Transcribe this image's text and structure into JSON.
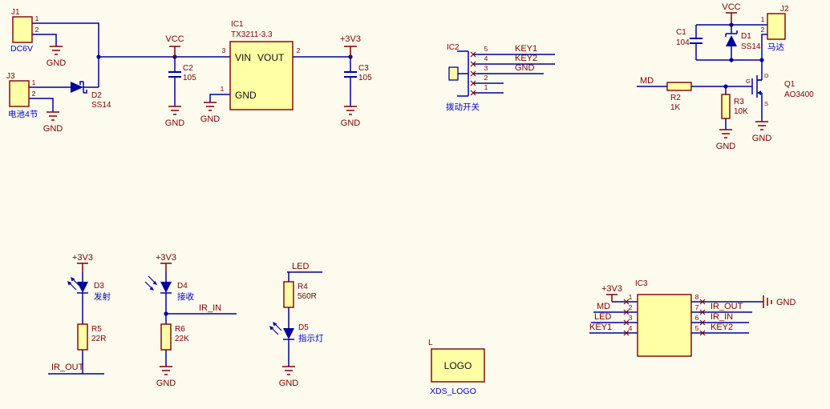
{
  "colors": {
    "wire": "#0000A0",
    "sym": "#7D0000",
    "net": "#7D0000",
    "cmt": "#0000C8",
    "body": "#FFFFA6",
    "ink": "#101010",
    "bg": "#FCFBEE"
  },
  "power": {
    "j1": {
      "ref": "J1",
      "p1": "1",
      "p2": "2",
      "comment": "DC6V",
      "gnd": "GND"
    },
    "j3": {
      "ref": "J3",
      "p1": "1",
      "p2": "2",
      "comment": "电池4节",
      "gnd": "GND"
    },
    "d2": {
      "ref": "D2",
      "val": "SS14"
    },
    "vcc": "VCC",
    "c2": {
      "ref": "C2",
      "val": "105",
      "gnd": "GND"
    },
    "ic1": {
      "ref": "IC1",
      "val": "TX3211-3.3",
      "pin1": "1",
      "pin2": "2",
      "pin3": "3",
      "vin": "VIN",
      "vout": "VOUT",
      "gnd_pin": "GND",
      "gnd": "GND"
    },
    "p3v3": "+3V3",
    "c3": {
      "ref": "C3",
      "val": "105",
      "gnd": "GND"
    }
  },
  "toggle": {
    "ref": "IC2",
    "comment": "拨动开关",
    "pins": [
      "5",
      "4",
      "3",
      "2",
      "1"
    ],
    "key1": "KEY1",
    "key2": "KEY2",
    "gnd": "GND"
  },
  "motor": {
    "vcc": "VCC",
    "j2": {
      "ref": "J2",
      "p1": "1",
      "p2": "2",
      "comment": "马达"
    },
    "c1": {
      "ref": "C1",
      "val": "104"
    },
    "d1": {
      "ref": "D1",
      "val": "SS14"
    },
    "md": "MD",
    "r2": {
      "ref": "R2",
      "val": "1K"
    },
    "r3": {
      "ref": "R3",
      "val": "10K",
      "gnd": "GND"
    },
    "q1": {
      "ref": "Q1",
      "val": "AO3400",
      "g": "G",
      "d": "D",
      "s": "S",
      "gnd": "GND"
    }
  },
  "ir_emit": {
    "p3v3": "+3V3",
    "d3": {
      "ref": "D3",
      "comment": "发射"
    },
    "r5": {
      "ref": "R5",
      "val": "22R"
    },
    "net": "IR_OUT"
  },
  "ir_recv": {
    "p3v3": "+3V3",
    "d4": {
      "ref": "D4",
      "comment": "接收"
    },
    "net": "IR_IN",
    "r6": {
      "ref": "R6",
      "val": "22K"
    },
    "gnd": "GND"
  },
  "indicator": {
    "net": "LED",
    "r4": {
      "ref": "R4",
      "val": "560R"
    },
    "d5": {
      "ref": "D5",
      "comment": "指示灯"
    },
    "gnd": "GND"
  },
  "logo": {
    "ref": "L",
    "text": "LOGO",
    "comment": "XDS_LOGO"
  },
  "ic3": {
    "ref": "IC3",
    "p3v3": "+3V3",
    "left_pins": [
      "1",
      "2",
      "3",
      "4"
    ],
    "right_pins": [
      "8",
      "7",
      "6",
      "5"
    ],
    "md": "MD",
    "led": "LED",
    "key1": "KEY1",
    "gnd": "GND",
    "ir_out": "IR_OUT",
    "ir_in": "IR_IN",
    "key2": "KEY2"
  }
}
